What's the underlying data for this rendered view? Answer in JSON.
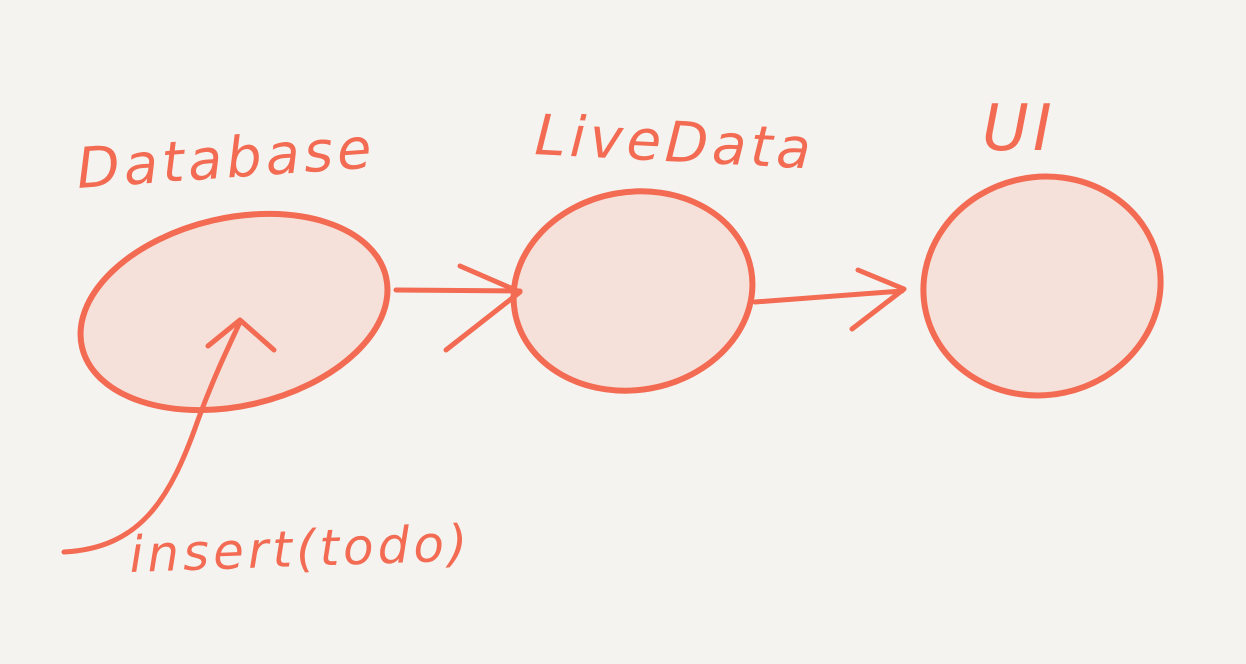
{
  "diagram": {
    "background_color": "#f5f3f0",
    "stroke_color": "#f26b52",
    "fill_color": "#f6e1da",
    "nodes": [
      {
        "id": "database",
        "label": "Database"
      },
      {
        "id": "livedata",
        "label": "LiveData"
      },
      {
        "id": "ui",
        "label": "UI"
      }
    ],
    "edges": [
      {
        "from": "database",
        "to": "livedata"
      },
      {
        "from": "livedata",
        "to": "ui"
      }
    ],
    "input_action": {
      "label": "insert(todo)",
      "target": "database"
    }
  }
}
